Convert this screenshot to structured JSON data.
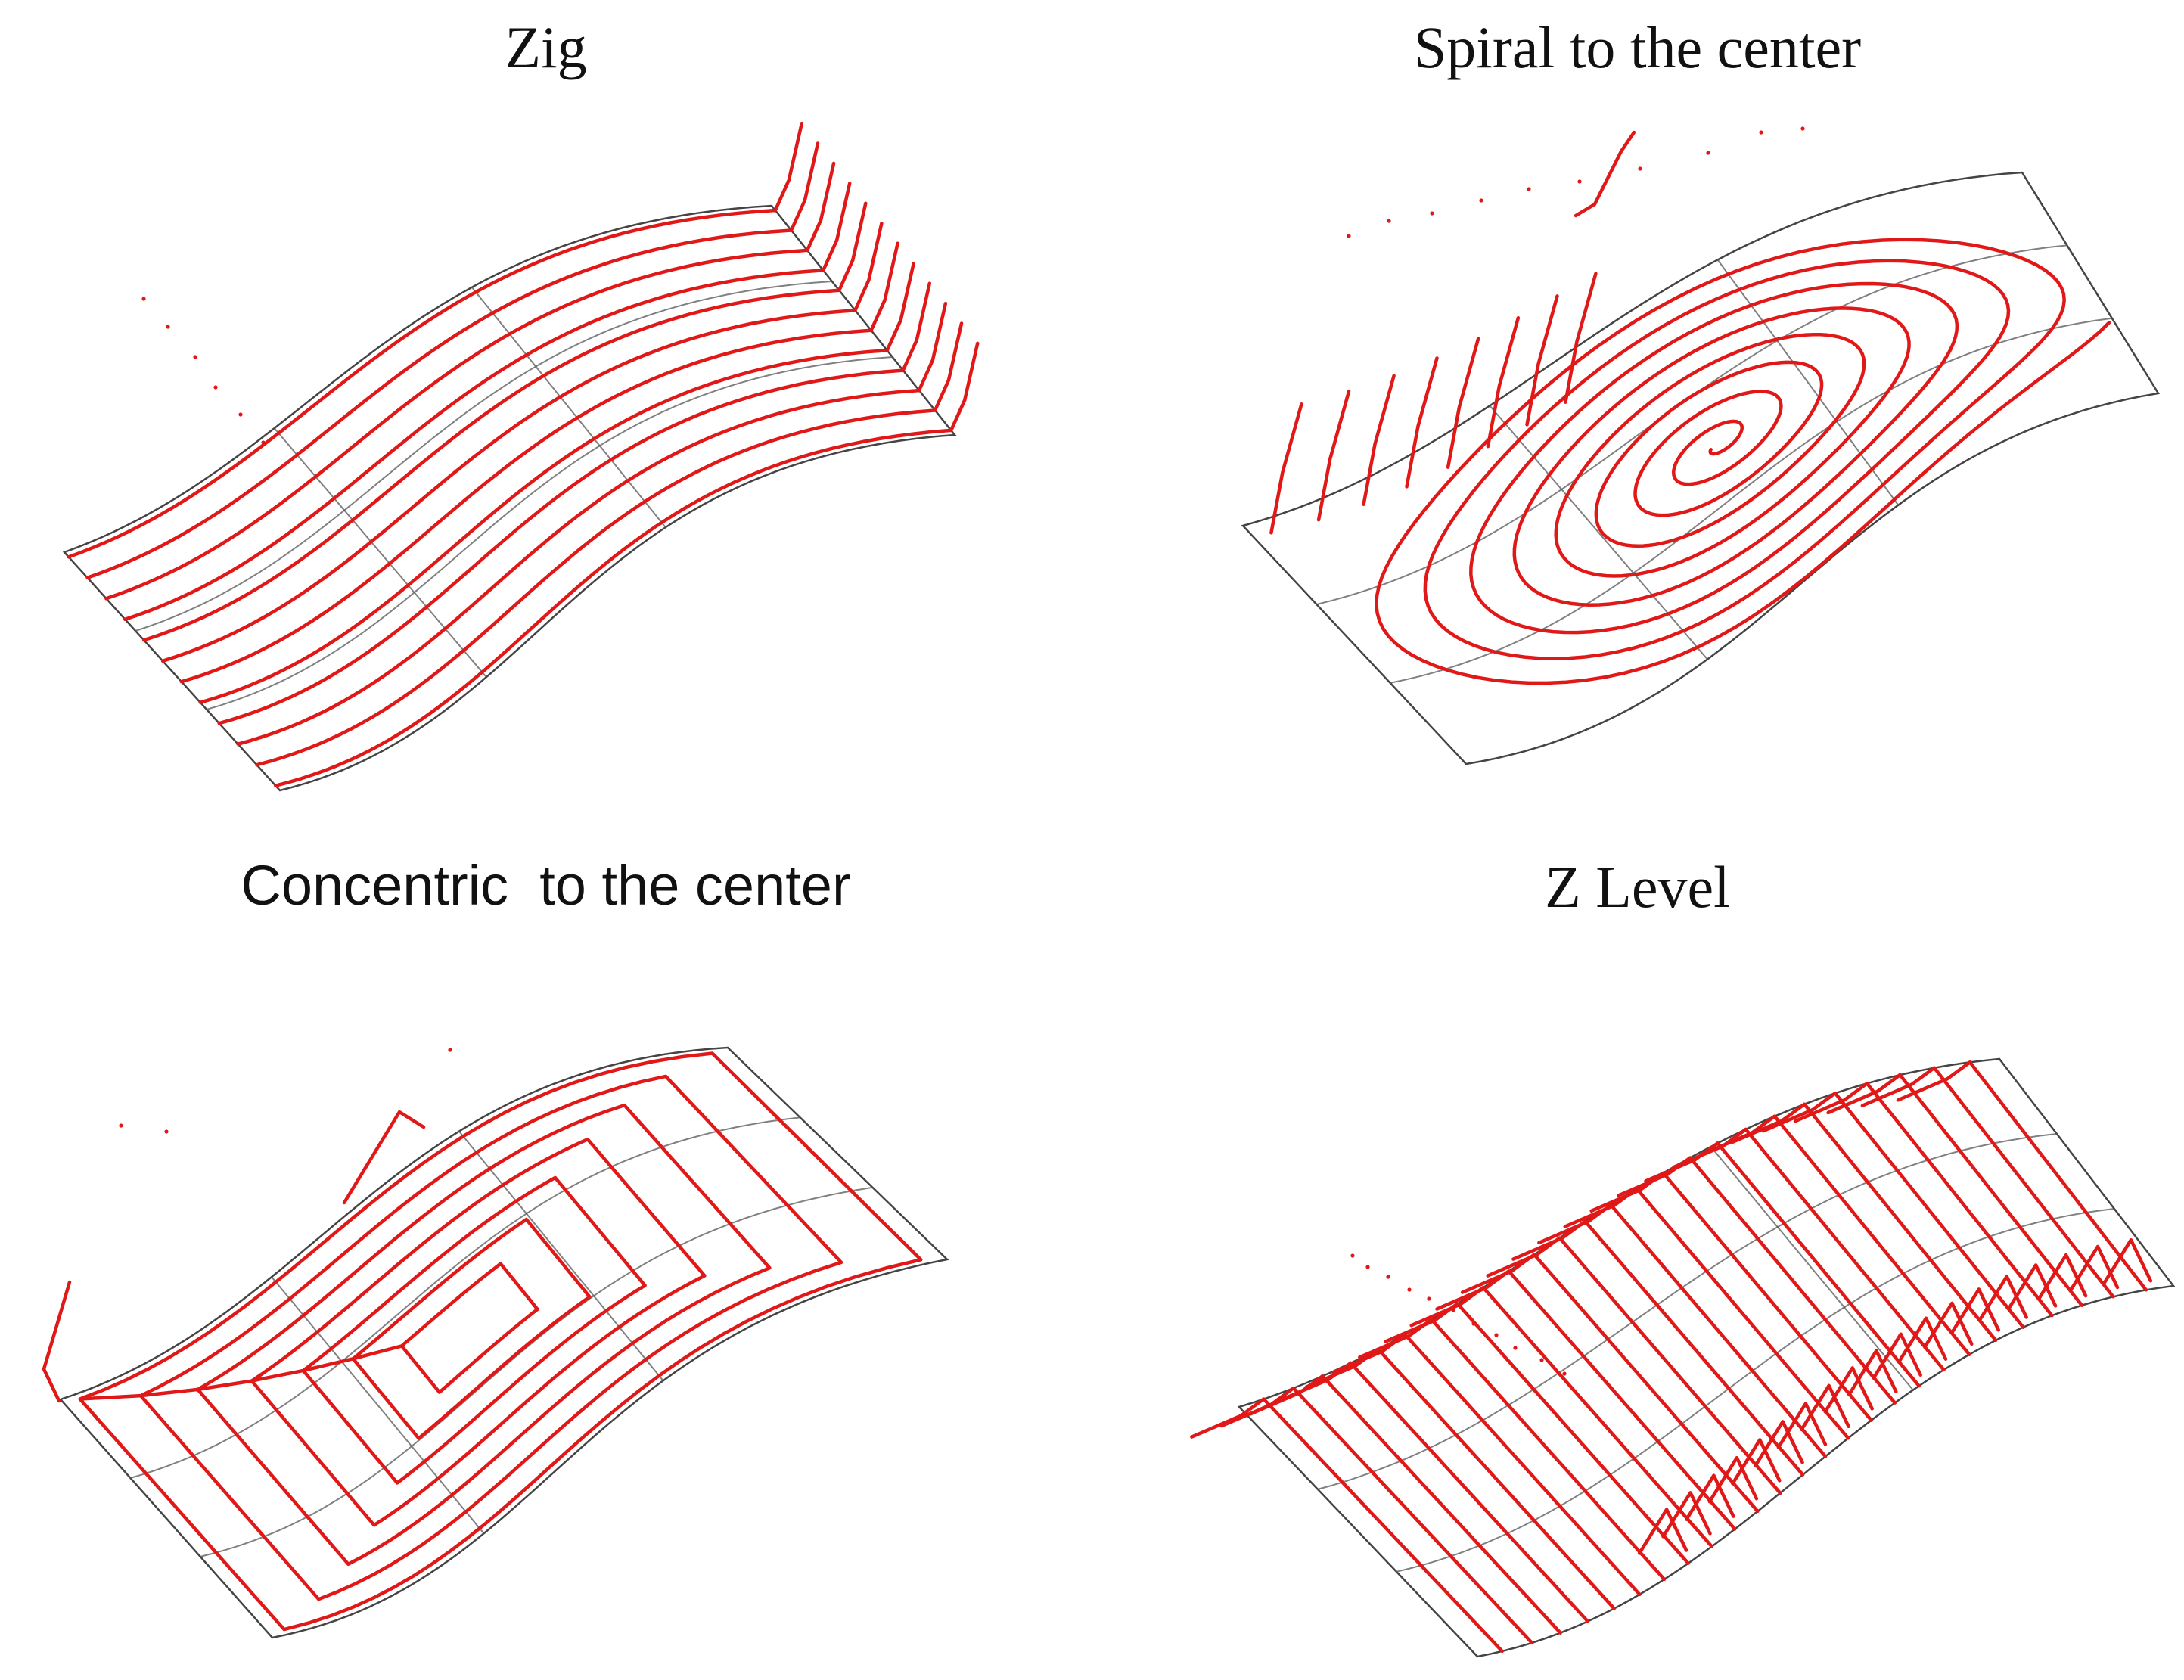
{
  "panels": [
    {
      "id": "zig",
      "title": "Zig"
    },
    {
      "id": "spiral",
      "title": "Spiral to the center"
    },
    {
      "id": "concentric",
      "title": "Concentric  to the center"
    },
    {
      "id": "zlevel",
      "title": "Z Level"
    }
  ],
  "colors": {
    "toolpath": "#e01818",
    "surface_light": "#f2f2f2",
    "surface_dark": "#8c8c8c",
    "edge": "#444444"
  }
}
